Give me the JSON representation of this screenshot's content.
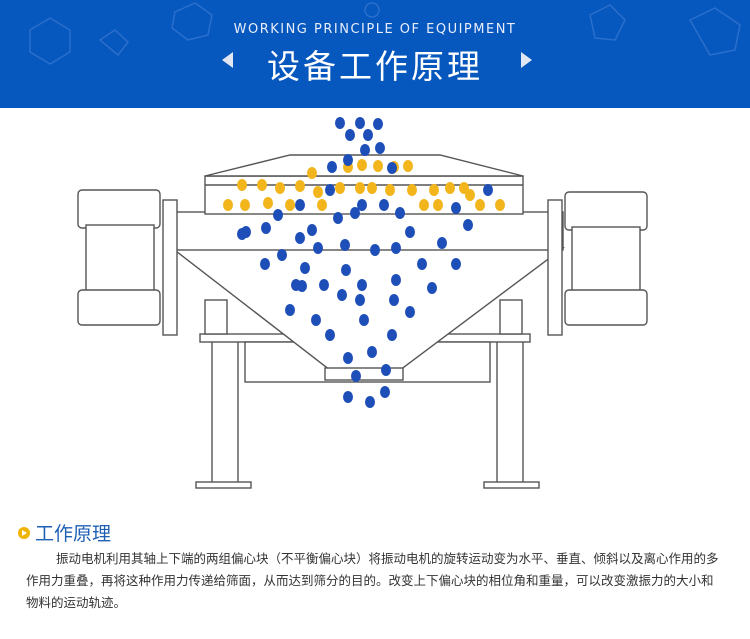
{
  "banner": {
    "subtitle_en": "WORKING PRINCIPLE OF EQUIPMENT",
    "title_cn": "设备工作原理",
    "bg_color": "#0657be"
  },
  "diagram": {
    "blue_color": "#1e4fb8",
    "yellow_color": "#f2b51c",
    "line_color": "#555555"
  },
  "section": {
    "title": "工作原理",
    "icon": "play-circle-icon",
    "paragraph": "振动电机利用其轴上下端的两组偏心块（不平衡偏心块）将振动电机的旋转运动变为水平、垂直、倾斜以及离心作用的多作用力重叠，再将这种作用力传递给筛面，从而达到筛分的目的。改变上下偏心块的相位角和重量，可以改变激振力的大小和物料的运动轨迹。"
  }
}
